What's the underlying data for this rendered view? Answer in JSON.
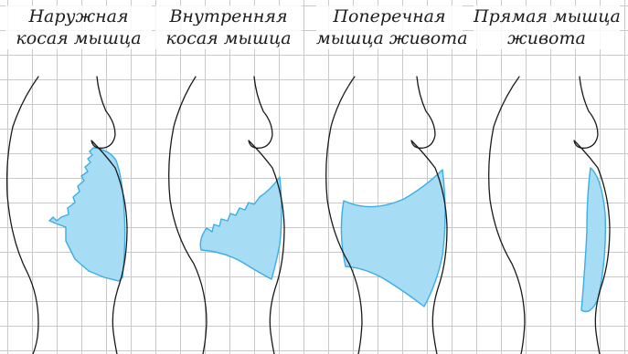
{
  "panels": [
    {
      "id": "external-oblique",
      "title_lines": [
        "Наружная",
        "косая мышца"
      ]
    },
    {
      "id": "internal-oblique",
      "title_lines": [
        "Внутренняя",
        "косая мышца"
      ]
    },
    {
      "id": "transverse",
      "title_lines": [
        "Поперечная",
        "мышца живота"
      ]
    },
    {
      "id": "rectus",
      "title_lines": [
        "Прямая мышца",
        "живота"
      ]
    }
  ],
  "colors": {
    "muscle_fill": "#a6dcf4",
    "muscle_stroke": "#3aaee6",
    "outline": "#1a1a1a",
    "grid": "#c9c9c9"
  }
}
